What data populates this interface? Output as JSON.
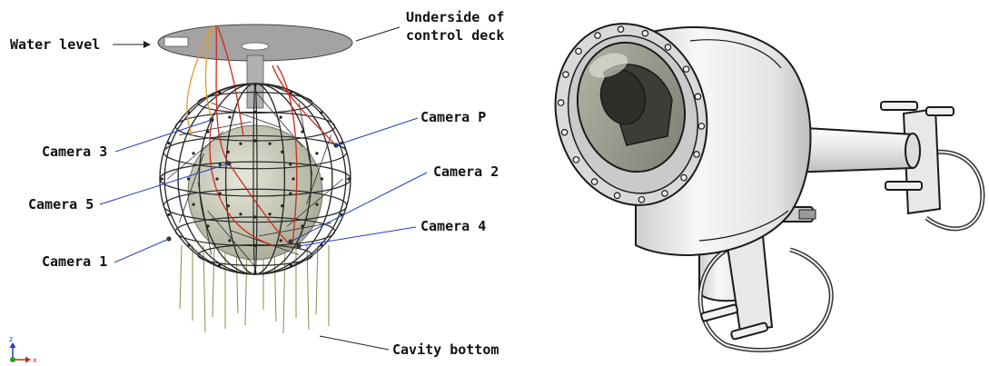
{
  "labels": {
    "water_level": "Water level",
    "underside_line1": "Underside of",
    "underside_line2": "control deck",
    "camera_3": "Camera 3",
    "camera_5": "Camera 5",
    "camera_1": "Camera 1",
    "camera_p": "Camera P",
    "camera_2": "Camera 2",
    "camera_4": "Camera 4",
    "cavity_bottom": "Cavity bottom"
  },
  "axis_triad": {
    "z": "z",
    "x": "x"
  },
  "colors": {
    "leader_blue": "#1f3fbf",
    "cable_red": "#d0281c",
    "cable_orange": "#e89a2a",
    "frame": "#2a2a2a",
    "deck": "#9a9a9a",
    "sphere": "#c9cbb8"
  }
}
